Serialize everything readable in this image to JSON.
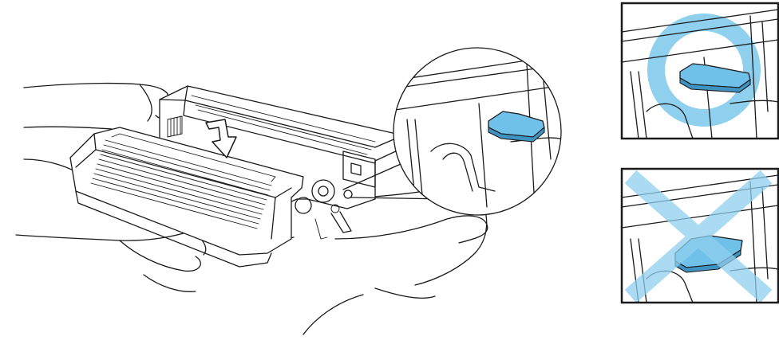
{
  "illustration": {
    "subject": "drum-unit-toner-cartridge-installation",
    "colors": {
      "line": "#1a1a1a",
      "highlight": "#6fc1ea",
      "highlight_dark": "#2b6f95",
      "background": "#ffffff"
    },
    "panels": [
      {
        "id": "main-view",
        "icon": "hands-holding-drum-unit"
      },
      {
        "id": "zoom-callout",
        "icon": "magnifier-circle"
      },
      {
        "id": "correct-position",
        "icon": "circle-ok-icon"
      },
      {
        "id": "incorrect-position",
        "icon": "cross-ng-icon"
      }
    ],
    "arrow": {
      "icon": "push-down-arrow-icon",
      "direction": "down"
    }
  }
}
